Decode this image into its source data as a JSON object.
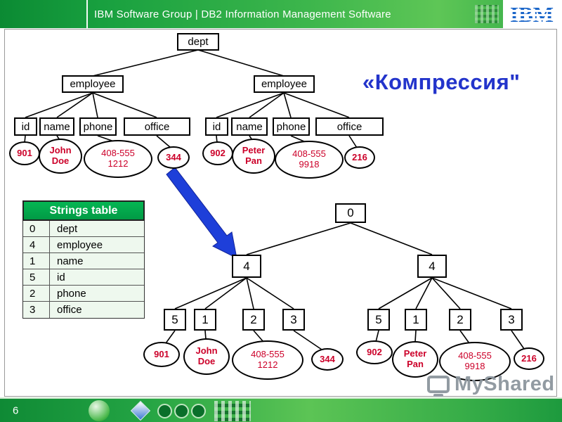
{
  "topbar": {
    "title": "IBM Software Group | DB2 Information Management Software",
    "logo": "IBM"
  },
  "heading": "«Компрессия\"",
  "colors": {
    "bar_green": "#2fa946",
    "table_header_green": "#01a44b",
    "heading_blue": "#2334cb",
    "arrow_blue": "#1e3fd9",
    "leaf_value_red": "#cc0029",
    "ibm_blue": "#1b66c9"
  },
  "strings_table": {
    "title": "Strings table",
    "rows": [
      {
        "code": "0",
        "value": "dept"
      },
      {
        "code": "4",
        "value": "employee"
      },
      {
        "code": "1",
        "value": "name"
      },
      {
        "code": "5",
        "value": "id"
      },
      {
        "code": "2",
        "value": "phone"
      },
      {
        "code": "3",
        "value": "office"
      }
    ]
  },
  "tree_original": {
    "root": "dept",
    "branches": [
      {
        "label": "employee",
        "tags": [
          "id",
          "name",
          "phone",
          "office"
        ],
        "values": [
          "901",
          "John Doe",
          "408-555 1212",
          "344"
        ]
      },
      {
        "label": "employee",
        "tags": [
          "id",
          "name",
          "phone",
          "office"
        ],
        "values": [
          "902",
          "Peter Pan",
          "408-555 9918",
          "216"
        ]
      }
    ]
  },
  "tree_compressed": {
    "root": "0",
    "branches": [
      {
        "label": "4",
        "tags": [
          "5",
          "1",
          "2",
          "3"
        ],
        "values": [
          "901",
          "John Doe",
          "408-555 1212",
          "344"
        ]
      },
      {
        "label": "4",
        "tags": [
          "5",
          "1",
          "2",
          "3"
        ],
        "values": [
          "902",
          "Peter Pan",
          "408-555 9918",
          "216"
        ]
      }
    ]
  },
  "footer": {
    "page_number": "6"
  },
  "watermark": "MyShared"
}
